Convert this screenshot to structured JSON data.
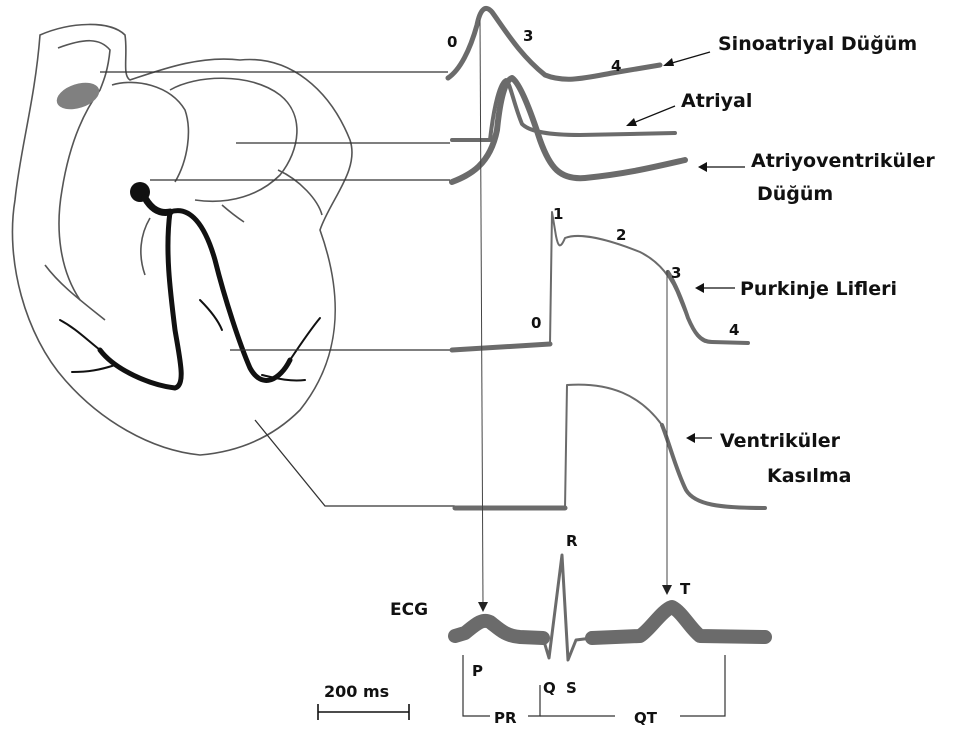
{
  "labels": {
    "sa_node": "Sinoatriyal Düğüm",
    "atrial": "Atriyal",
    "av_node_line1": "Atriyoventriküler",
    "av_node_line2": "Düğüm",
    "purkinje": "Purkinje Lifleri",
    "ventricular_line1": "Ventriküler",
    "ventricular_line2": "Kasılma",
    "ecg": "ECG"
  },
  "phases": {
    "sa_0": "0",
    "sa_3": "3",
    "sa_4": "4",
    "pk_0": "0",
    "pk_1": "1",
    "pk_2": "2",
    "pk_3": "3",
    "pk_4": "4"
  },
  "ecg_waves": {
    "p": "P",
    "q": "Q",
    "r": "R",
    "s": "S",
    "t": "T"
  },
  "intervals": {
    "pr": "PR",
    "qt": "QT"
  },
  "scale": {
    "label": "200 ms"
  },
  "colors": {
    "trace": "#6b6b6b",
    "ink": "#111111",
    "heart_outline": "#555555",
    "conduction": "#111111",
    "sa_node_fill": "#808080"
  }
}
